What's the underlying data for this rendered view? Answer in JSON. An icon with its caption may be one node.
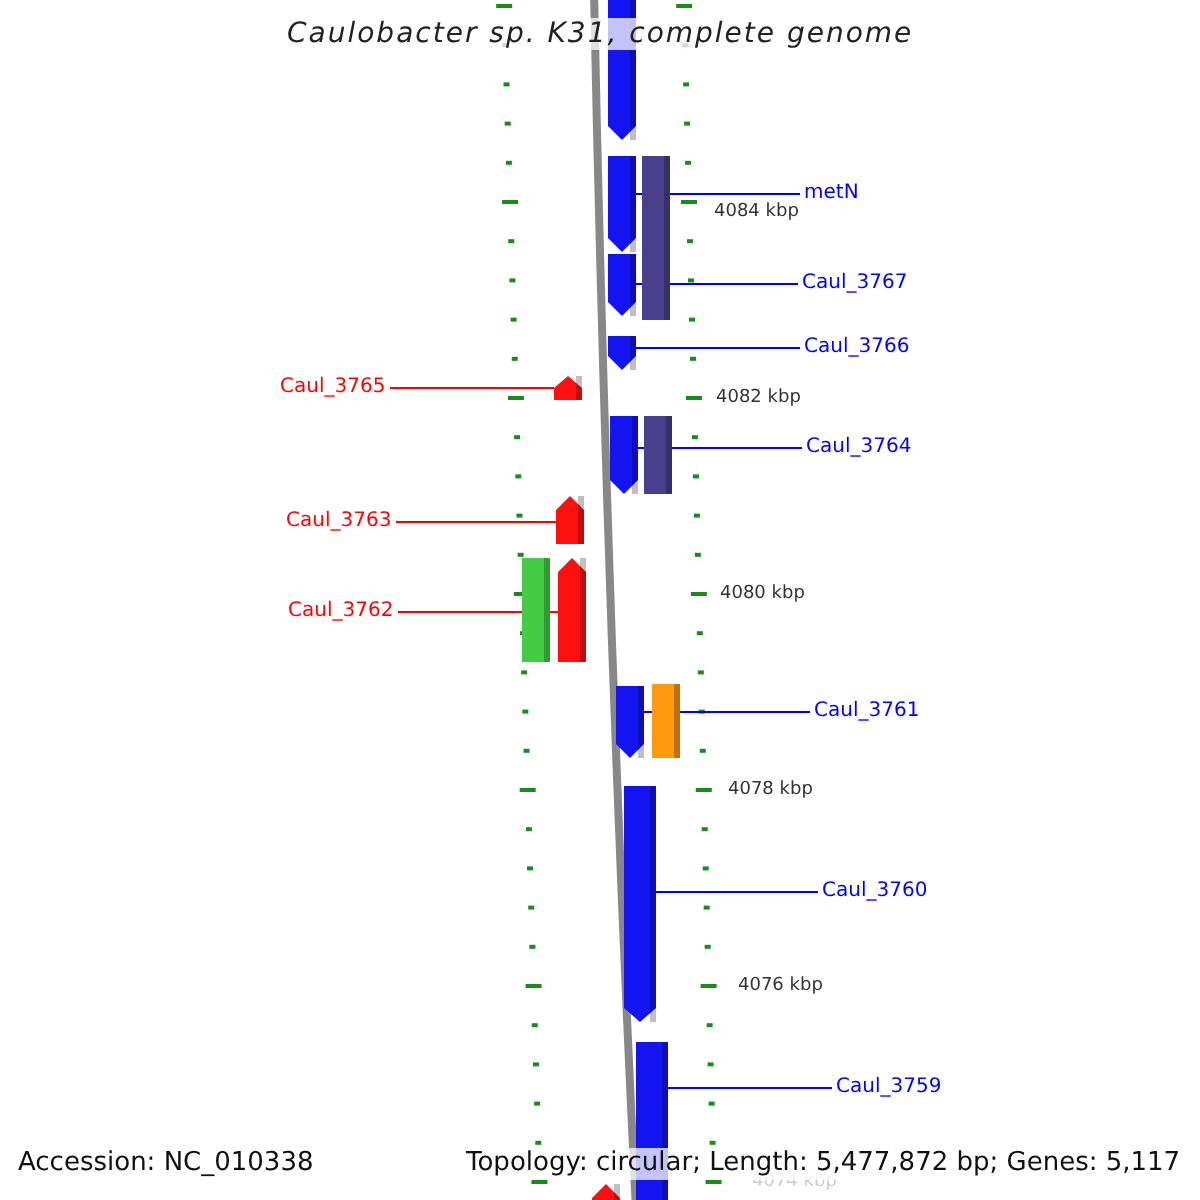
{
  "diagram": {
    "title": "Caulobacter sp. K31, complete genome",
    "nodes": [
      {
        "text": [
          "metN"
        ]
      },
      {
        "text": [
          "Caul_3767"
        ]
      },
      {
        "text": [
          "Caul_3766"
        ]
      },
      {
        "text": [
          "Caul_3765"
        ]
      },
      {
        "text": [
          "Caul_3764"
        ]
      },
      {
        "text": [
          "Caul_3763"
        ]
      },
      {
        "text": [
          "Caul_3762"
        ]
      },
      {
        "text": [
          "Caul_3761"
        ]
      },
      {
        "text": [
          "Caul_3760"
        ]
      },
      {
        "text": [
          "Caul_3759"
        ]
      },
      {
        "text": [],
        "shape": "pentagon"
      },
      {
        "text": [],
        "shape": "pentagon"
      },
      {
        "text": [],
        "shape": "bar"
      },
      {
        "text": [],
        "shape": "pentagon"
      },
      {
        "text": [],
        "shape": "pentagon"
      },
      {
        "text": [],
        "shape": "pentagon"
      },
      {
        "text": [],
        "shape": "pentagon"
      },
      {
        "text": [],
        "shape": "bar"
      },
      {
        "text": [],
        "shape": "pentagon"
      },
      {
        "text": [],
        "shape": "bar"
      },
      {
        "text": [],
        "shape": "pentagon"
      },
      {
        "text": [],
        "shape": "pentagon"
      },
      {
        "text": [],
        "shape": "bar"
      },
      {
        "text": [],
        "shape": "pentagon"
      },
      {
        "text": [],
        "shape": "pentagon"
      },
      {
        "text": [],
        "shape": "pentagon"
      }
    ],
    "edges": [
      {
        "from": 0,
        "to": 11,
        "arrow": "none"
      },
      {
        "from": 1,
        "to": 13,
        "arrow": "none"
      },
      {
        "from": 2,
        "to": 14,
        "arrow": "none"
      },
      {
        "from": 3,
        "to": 15,
        "arrow": "none",
        "color": "#ff0000"
      },
      {
        "from": 4,
        "to": 16,
        "arrow": "none"
      },
      {
        "from": 5,
        "to": 18,
        "arrow": "none",
        "color": "#ff0000"
      },
      {
        "from": 6,
        "to": 20,
        "arrow": "none",
        "color": "#ff0000"
      },
      {
        "from": 7,
        "to": 21,
        "arrow": "none"
      },
      {
        "from": 8,
        "to": 23,
        "arrow": "none"
      },
      {
        "from": 9,
        "to": 24,
        "arrow": "none"
      }
    ],
    "labels": [
      "4084 kbp",
      "4082 kbp",
      "4080 kbp",
      "4078 kbp",
      "4076 kbp",
      "4074 kbp",
      "Accession: NC_010338",
      "Topology: circular; Length: 5,477,872 bp; Genes: 5,117"
    ]
  }
}
